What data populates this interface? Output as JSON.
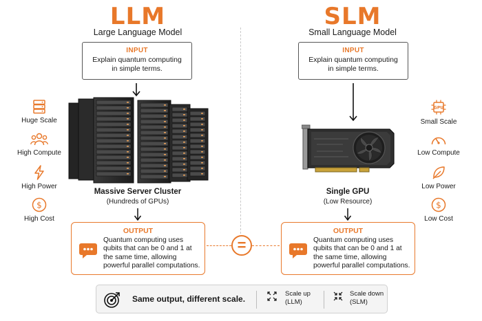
{
  "left": {
    "title": "LLM",
    "subtitle": "Large Language Model",
    "input_label": "INPUT",
    "input_text": "Explain quantum computing in simple terms.",
    "caption_title": "Massive Server Cluster",
    "caption_sub": "(Hundreds of GPUs)",
    "output_label": "OUTPUT",
    "output_text": "Quantum computing uses qubits that can be 0 and 1 at the same time, allowing powerful parallel computations.",
    "features": [
      {
        "icon": "server-icon",
        "label": "Huge Scale"
      },
      {
        "icon": "people-icon",
        "label": "High Compute"
      },
      {
        "icon": "lightning-icon",
        "label": "High Power"
      },
      {
        "icon": "dollar-icon",
        "label": "High Cost"
      }
    ]
  },
  "right": {
    "title": "SLM",
    "subtitle": "Small Language Model",
    "input_label": "INPUT",
    "input_text": "Explain quantum computing in simple terms.",
    "caption_title": "Single GPU",
    "caption_sub": "(Low Resource)",
    "output_label": "OUTPUT",
    "output_text": "Quantum computing uses qubits that can be 0 and 1 at the same time, allowing powerful parallel computations.",
    "features": [
      {
        "icon": "chip-icon",
        "label": "Small Scale"
      },
      {
        "icon": "gauge-icon",
        "label": "Low Compute"
      },
      {
        "icon": "leaf-icon",
        "label": "Low Power"
      },
      {
        "icon": "dollar-icon",
        "label": "Low Cost"
      }
    ]
  },
  "equals_symbol": "=",
  "footer": {
    "main_text": "Same output, different scale.",
    "scale_up": "Scale up (LLM)",
    "scale_down": "Scale down (SLM)"
  },
  "chip_label": "GPU",
  "colors": {
    "accent": "#e8782a",
    "server": "#2c2c2c",
    "footer_bg": "#f4f4f4"
  }
}
